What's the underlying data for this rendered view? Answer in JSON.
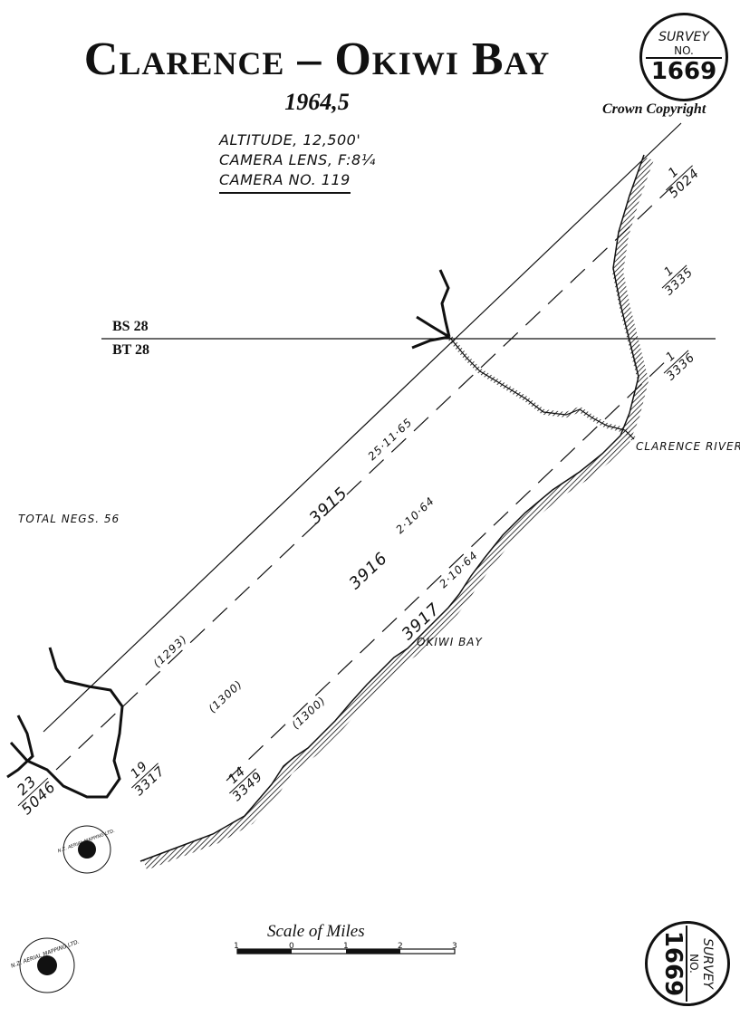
{
  "header": {
    "title": "Clarence – Okiwi Bay",
    "date": "1964,5",
    "copyright": "Crown Copyright"
  },
  "camera": {
    "altitude": "ALTITUDE, 12,500'",
    "lens": "CAMERA LENS, F:8¼",
    "number": "CAMERA NO. 119"
  },
  "badge": {
    "line1": "SURVEY",
    "line2": "NO.",
    "number": "1669"
  },
  "sheets": {
    "upper": "BS 28",
    "lower": "BT 28"
  },
  "total_negs": "TOTAL NEGS. 56",
  "places": {
    "river": "CLARENCE RIVER",
    "bay": "OKIWI BAY"
  },
  "runs": [
    {
      "run": "3915",
      "date": "25·11·65",
      "count": "(1293)",
      "start_num": "23",
      "start_neg": "5046",
      "end_num": "1",
      "end_neg": "5024"
    },
    {
      "run": "3916",
      "date": "2·10·64",
      "count": "(1300)",
      "start_num": "19",
      "start_neg": "3317",
      "end_num": "1",
      "end_neg": "3335"
    },
    {
      "run": "3917",
      "date": "2·10·64",
      "count": "(1300)",
      "start_num": "14",
      "start_neg": "3349",
      "end_num": "1",
      "end_neg": "3336"
    }
  ],
  "scale": {
    "title": "Scale of Miles",
    "ticks": [
      "1",
      "0",
      "1",
      "2",
      "3"
    ]
  },
  "logo": {
    "text": "N.Z. AERIAL MAPPING LTD."
  },
  "colors": {
    "ink": "#111111",
    "paper": "#ffffff"
  }
}
